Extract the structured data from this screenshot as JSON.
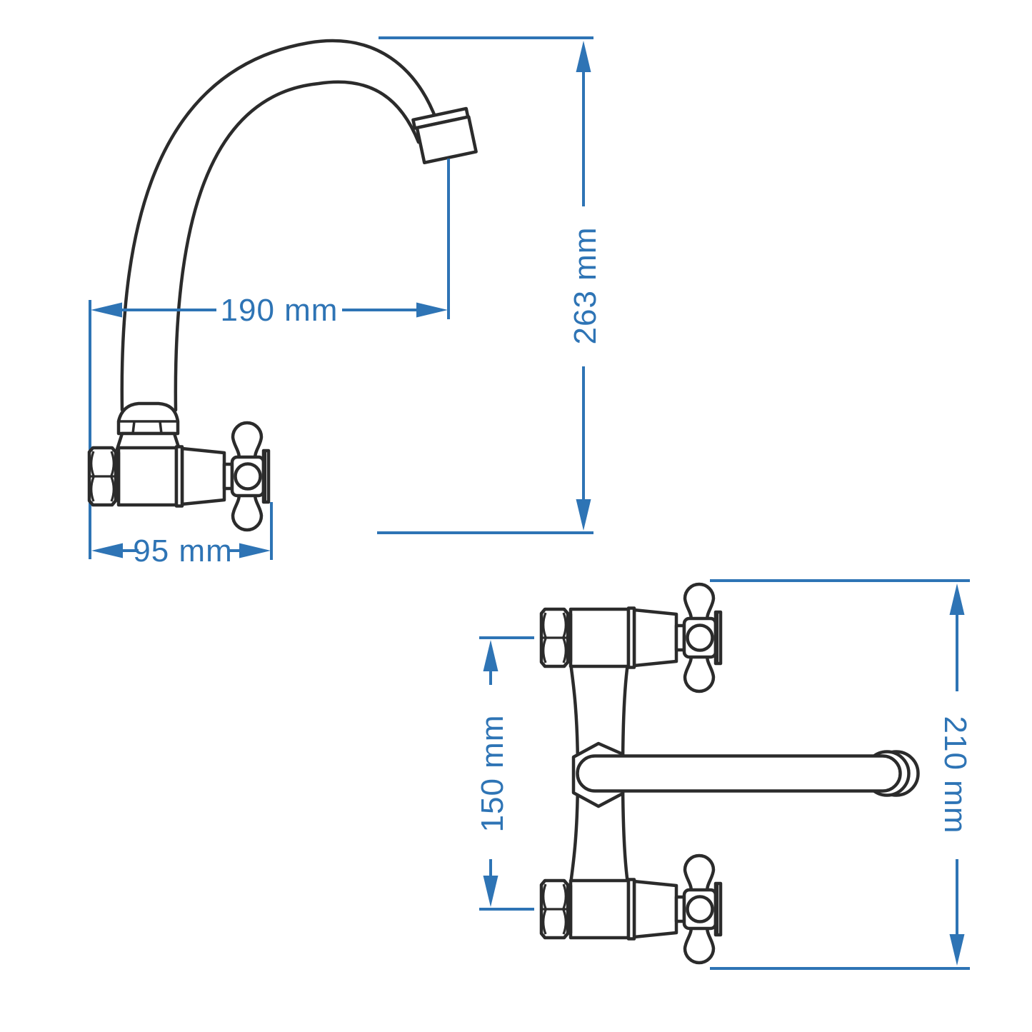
{
  "drawing": {
    "colors": {
      "outline": "#2b2b2b",
      "dimension": "#2e74b5",
      "background": "#ffffff"
    },
    "views": {
      "side": {
        "dimensions": {
          "spout_reach": "190 mm",
          "overall_height": "263 mm",
          "body_depth": "95 mm"
        }
      },
      "front": {
        "dimensions": {
          "inlet_centres": "150 mm",
          "overall_height": "210 mm"
        }
      }
    }
  }
}
